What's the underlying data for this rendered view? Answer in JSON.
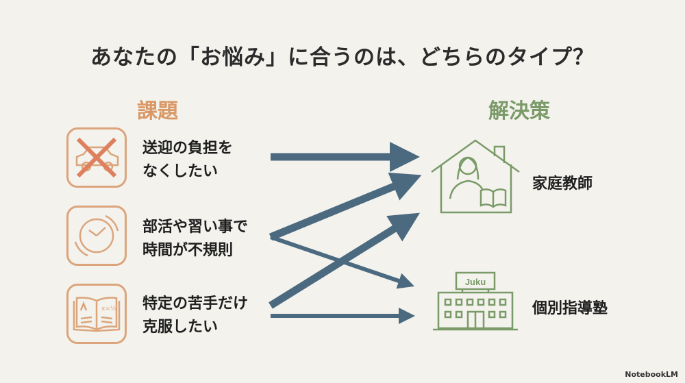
{
  "title": "あなたの「お悩み」に合うのは、どちらのタイプ？",
  "problems_header": "課題",
  "solutions_header": "解決策",
  "problems": [
    {
      "line1": "送迎の負担を",
      "line2": "なくしたい",
      "icon": "car-crossed-icon"
    },
    {
      "line1": "部活や習い事で",
      "line2": "時間が不規則",
      "icon": "clock-cycle-icon"
    },
    {
      "line1": "特定の苦手だけ",
      "line2": "克服したい",
      "icon": "open-book-icon"
    }
  ],
  "solutions": [
    {
      "label": "家庭教師",
      "icon": "house-tutor-icon"
    },
    {
      "label": "個別指導塾",
      "icon": "juku-building-icon",
      "sign": "Juku"
    }
  ],
  "brand": "NotebookLM",
  "colors": {
    "problem": "#d99866",
    "solution": "#7a9a68",
    "arrow": "#4b6a80",
    "background": "#f3f2ed"
  }
}
